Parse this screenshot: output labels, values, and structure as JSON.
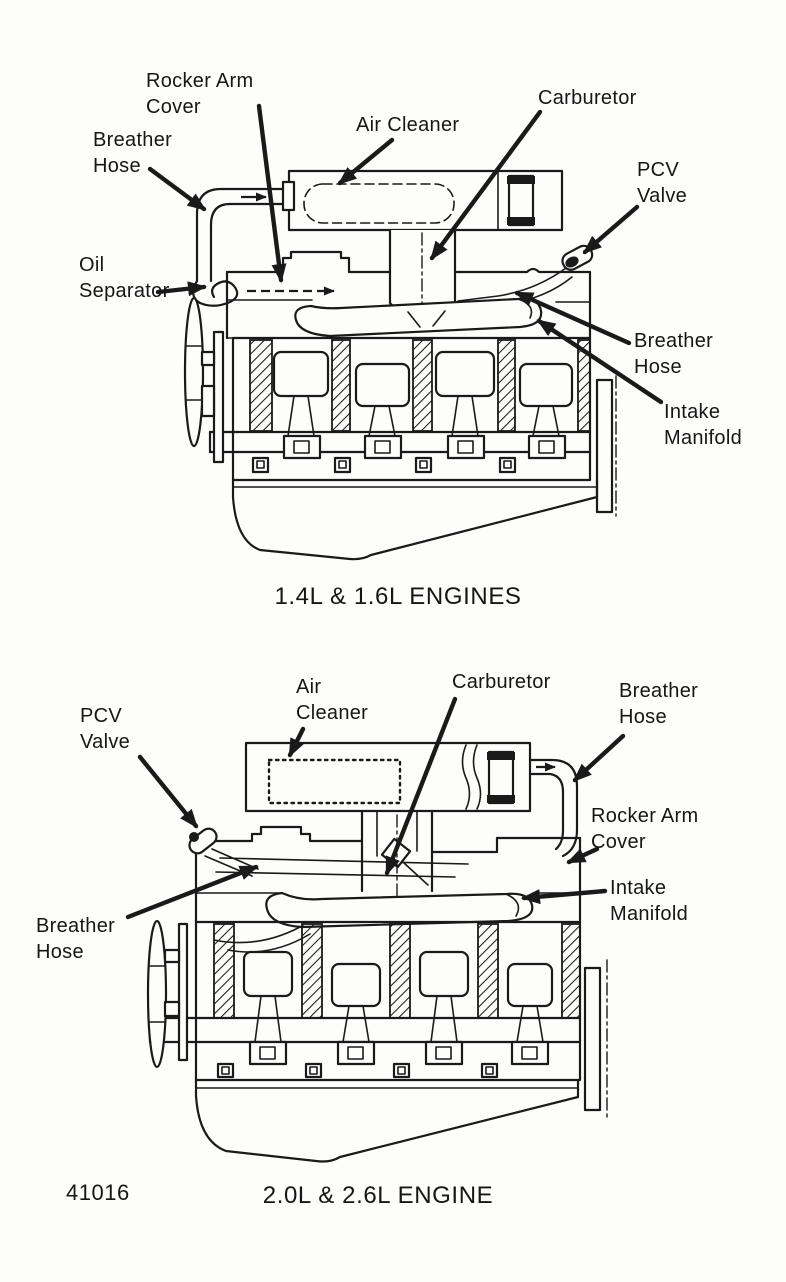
{
  "figure": {
    "number": "41016",
    "ink_color": "#1a1a1a",
    "background_color": "#fdfdfc"
  },
  "diagrams": [
    {
      "name": "1.4L & 1.6L engines crankcase ventilation diagram",
      "caption": "1.4L & 1.6L ENGINES",
      "labels": [
        {
          "part": "rocker-arm-cover",
          "text": "Rocker Arm\nCover"
        },
        {
          "part": "breather-hose-left",
          "text": "Breather\nHose"
        },
        {
          "part": "air-cleaner",
          "text": "Air Cleaner"
        },
        {
          "part": "carburetor",
          "text": "Carburetor"
        },
        {
          "part": "pcv-valve",
          "text": "PCV\nValve"
        },
        {
          "part": "oil-separator",
          "text": "Oil\nSeparator"
        },
        {
          "part": "breather-hose-right",
          "text": "Breather\nHose"
        },
        {
          "part": "intake-manifold",
          "text": "Intake\nManifold"
        }
      ]
    },
    {
      "name": "2.0L & 2.6L engine crankcase ventilation diagram",
      "caption": "2.0L & 2.6L ENGINE",
      "labels": [
        {
          "part": "pcv-valve",
          "text": "PCV\nValve"
        },
        {
          "part": "air-cleaner",
          "text": "Air\nCleaner"
        },
        {
          "part": "carburetor",
          "text": "Carburetor"
        },
        {
          "part": "breather-hose-right",
          "text": "Breather\nHose"
        },
        {
          "part": "rocker-arm-cover",
          "text": "Rocker Arm\nCover"
        },
        {
          "part": "intake-manifold",
          "text": "Intake\nManifold"
        },
        {
          "part": "breather-hose-left",
          "text": "Breather\nHose"
        }
      ]
    }
  ]
}
